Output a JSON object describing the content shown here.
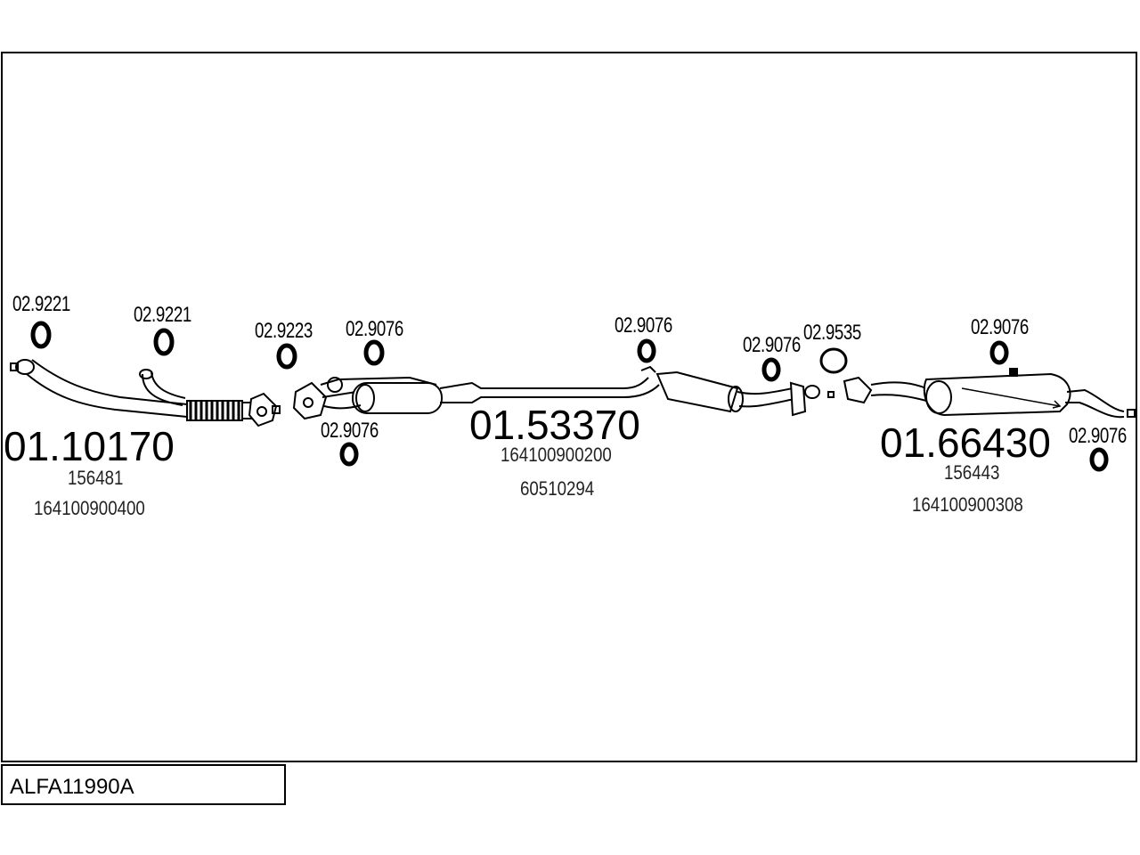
{
  "diagram_code": "ALFA11990A",
  "assemblies": [
    {
      "part_number": "01.10170",
      "ref1": "156481",
      "ref2": "164100900400"
    },
    {
      "part_number": "01.53370",
      "ref1": "164100900200",
      "ref2": "60510294"
    },
    {
      "part_number": "01.66430",
      "ref1": "156443",
      "ref2": "164100900308"
    }
  ],
  "fittings": [
    {
      "label": "02.9221"
    },
    {
      "label": "02.9221"
    },
    {
      "label": "02.9223"
    },
    {
      "label": "02.9076"
    },
    {
      "label": "02.9076"
    },
    {
      "label": "02.9076"
    },
    {
      "label": "02.9076"
    },
    {
      "label": "02.9535"
    },
    {
      "label": "02.9076"
    },
    {
      "label": "02.9076"
    }
  ]
}
